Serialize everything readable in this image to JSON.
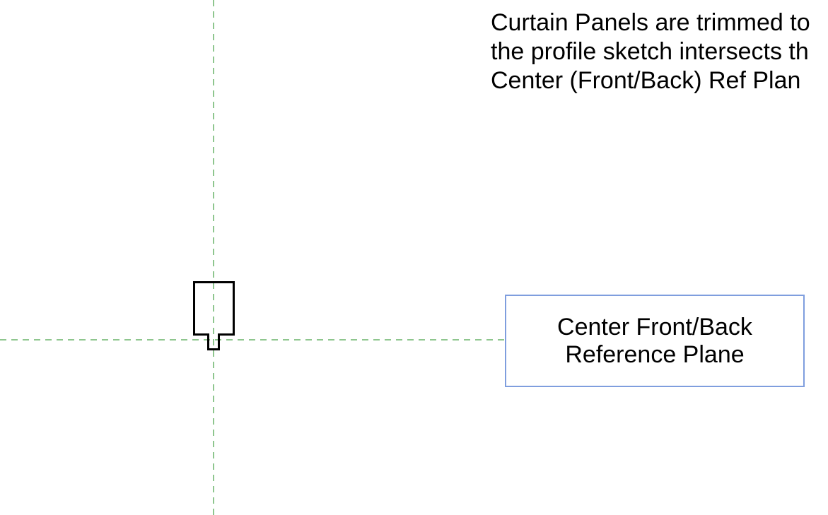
{
  "note": {
    "lines": [
      "Curtain Panels are trimmed to",
      "the profile sketch intersects th",
      "Center (Front/Back) Ref Plan"
    ]
  },
  "label": {
    "lines": [
      "Center Front/Back",
      "Reference Plane"
    ]
  },
  "colors": {
    "reference_plane": "#1e8c1e",
    "label_border": "#7f9ede",
    "profile": "#000000"
  }
}
